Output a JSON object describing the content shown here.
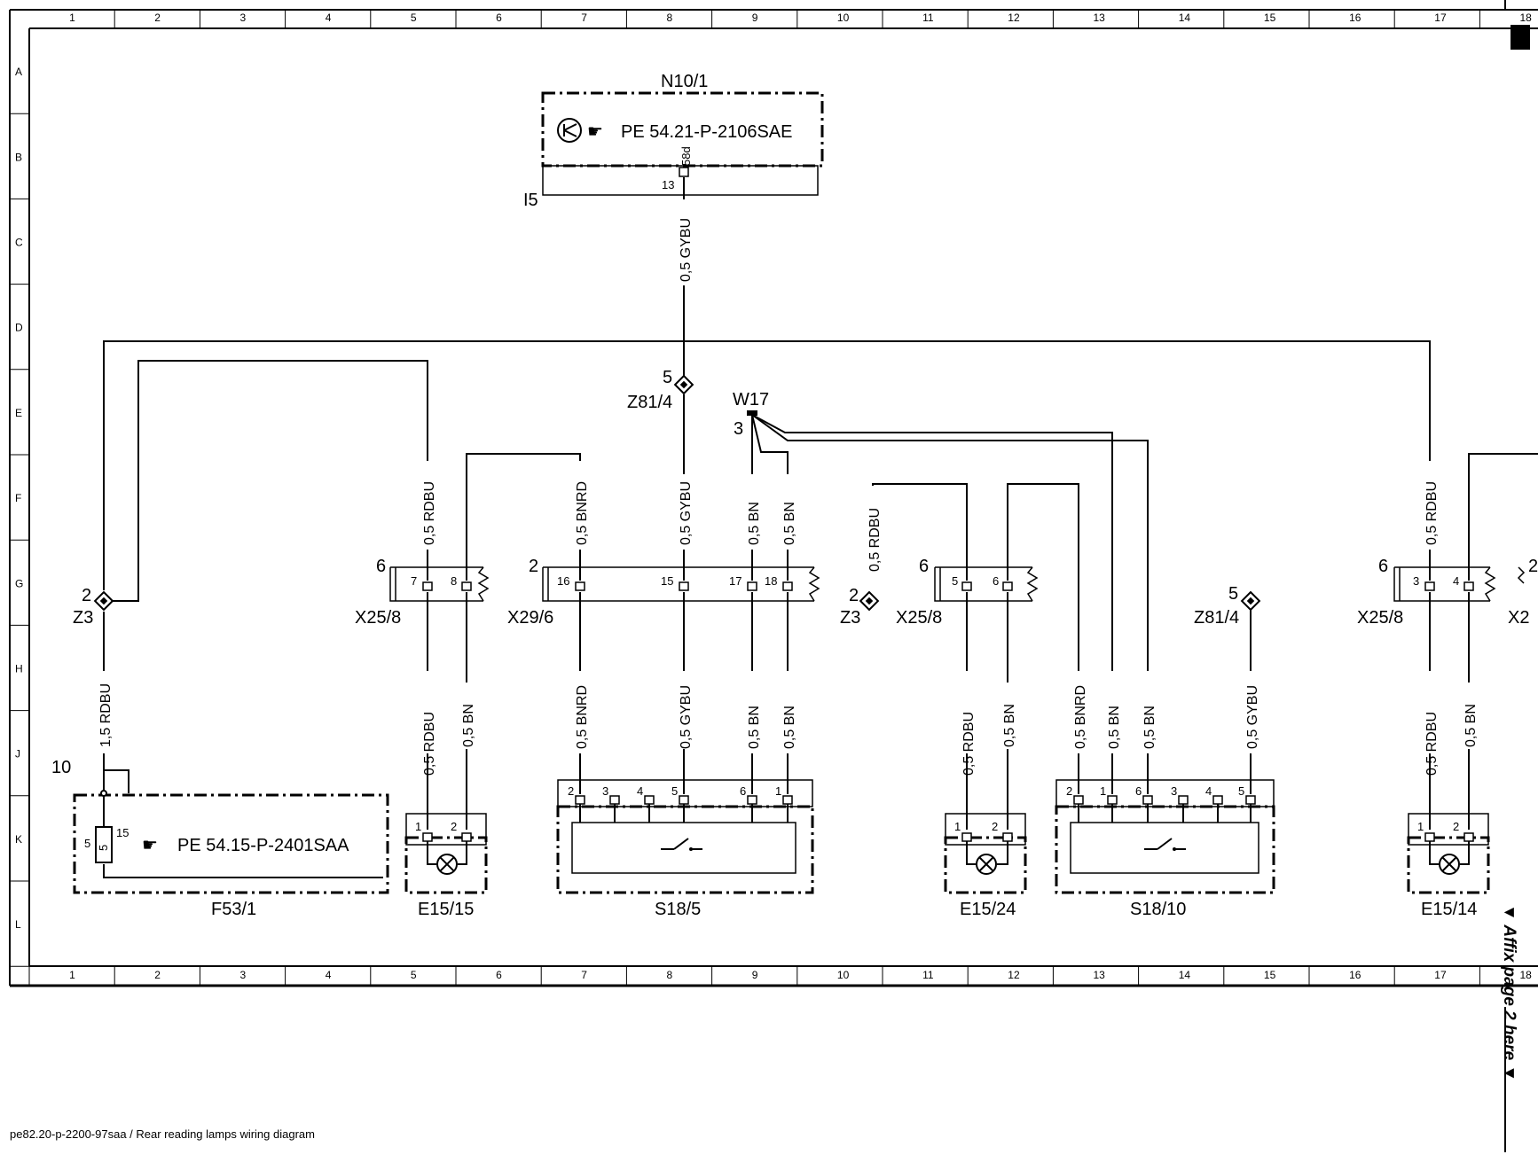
{
  "columns": [
    "1",
    "2",
    "3",
    "4",
    "5",
    "6",
    "7",
    "8",
    "9",
    "10",
    "11",
    "12",
    "13",
    "14",
    "15",
    "16",
    "17",
    "18"
  ],
  "rows": [
    "A",
    "B",
    "C",
    "D",
    "E",
    "F",
    "G",
    "H",
    "J",
    "K",
    "L"
  ],
  "components": {
    "n10_1": {
      "name": "N10/1",
      "reference": "PE 54.21-P-2106SAE",
      "terminal": "58d",
      "pin": "13",
      "connector": "I5"
    },
    "f53_1": {
      "name": "F53/1",
      "reference": "PE 54.15-P-2401SAA",
      "pin": "10",
      "fuse_left": "5",
      "fuse_middle": "5",
      "fuse_right": "15"
    },
    "z81_4_top": {
      "name": "Z81/4",
      "pin": "5"
    },
    "z81_4_right": {
      "name": "Z81/4",
      "pin": "5"
    },
    "w17": {
      "name": "W17",
      "pin": "3"
    },
    "z3_left": {
      "name": "Z3",
      "pin": "2"
    },
    "z3_mid": {
      "name": "Z3",
      "pin": "2"
    },
    "x25_8_a": {
      "name": "X25/8",
      "housing": "6",
      "pins": [
        "7",
        "8"
      ]
    },
    "x29_6": {
      "name": "X29/6",
      "housing": "2",
      "pins": [
        "16",
        "15",
        "17",
        "18"
      ]
    },
    "x25_8_b": {
      "name": "X25/8",
      "housing": "6",
      "pins": [
        "5",
        "6"
      ]
    },
    "x25_8_c": {
      "name": "X25/8",
      "housing": "6",
      "pins": [
        "3",
        "4"
      ]
    },
    "x29_partial": {
      "name": "X2",
      "housing": "2"
    },
    "e15_15": {
      "name": "E15/15",
      "pins": [
        "1",
        "2"
      ]
    },
    "e15_24": {
      "name": "E15/24",
      "pins": [
        "1",
        "2"
      ]
    },
    "e15_14": {
      "name": "E15/14",
      "pins": [
        "1",
        "2"
      ]
    },
    "s18_5": {
      "name": "S18/5",
      "pins": [
        "2",
        "3",
        "4",
        "5",
        "6",
        "1"
      ]
    },
    "s18_10": {
      "name": "S18/10",
      "pins": [
        "2",
        "1",
        "6",
        "3",
        "4",
        "5"
      ]
    }
  },
  "wires": {
    "rdbu_05": "0,5 RDBU",
    "bn_05": "0,5 BN",
    "bnrd_05": "0,5 BNRD",
    "gybu_05": "0,5 GYBU",
    "rdbu_15": "1,5 RDBU"
  },
  "affix_note": "▼ Affix page 2 here ▼",
  "footer": "pe82.20-p-2200-97saa / Rear reading lamps wiring diagram"
}
